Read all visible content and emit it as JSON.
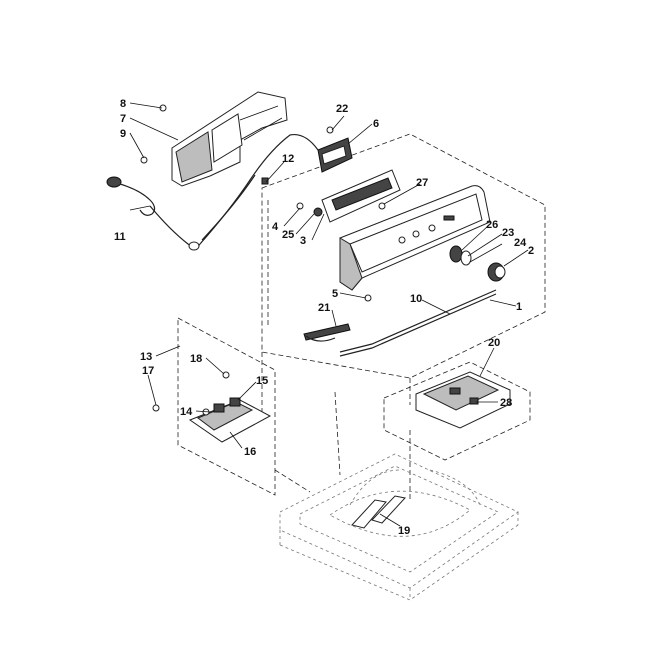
{
  "callouts": {
    "p1": "1",
    "p2": "2",
    "p3": "3",
    "p4": "4",
    "p5": "5",
    "p6": "6",
    "p7": "7",
    "p8": "8",
    "p9": "9",
    "p10": "10",
    "p11": "11",
    "p12": "12",
    "p13": "13",
    "p14": "14",
    "p15": "15",
    "p16": "16",
    "p17": "17",
    "p18": "18",
    "p19": "19",
    "p20": "20",
    "p21": "21",
    "p22": "22",
    "p23": "23",
    "p24": "24",
    "p25": "25",
    "p26": "26",
    "p27": "27",
    "p28": "28"
  },
  "colors": {
    "ink": "#111111",
    "shade": "#bdbdbd",
    "background": "#ffffff"
  }
}
